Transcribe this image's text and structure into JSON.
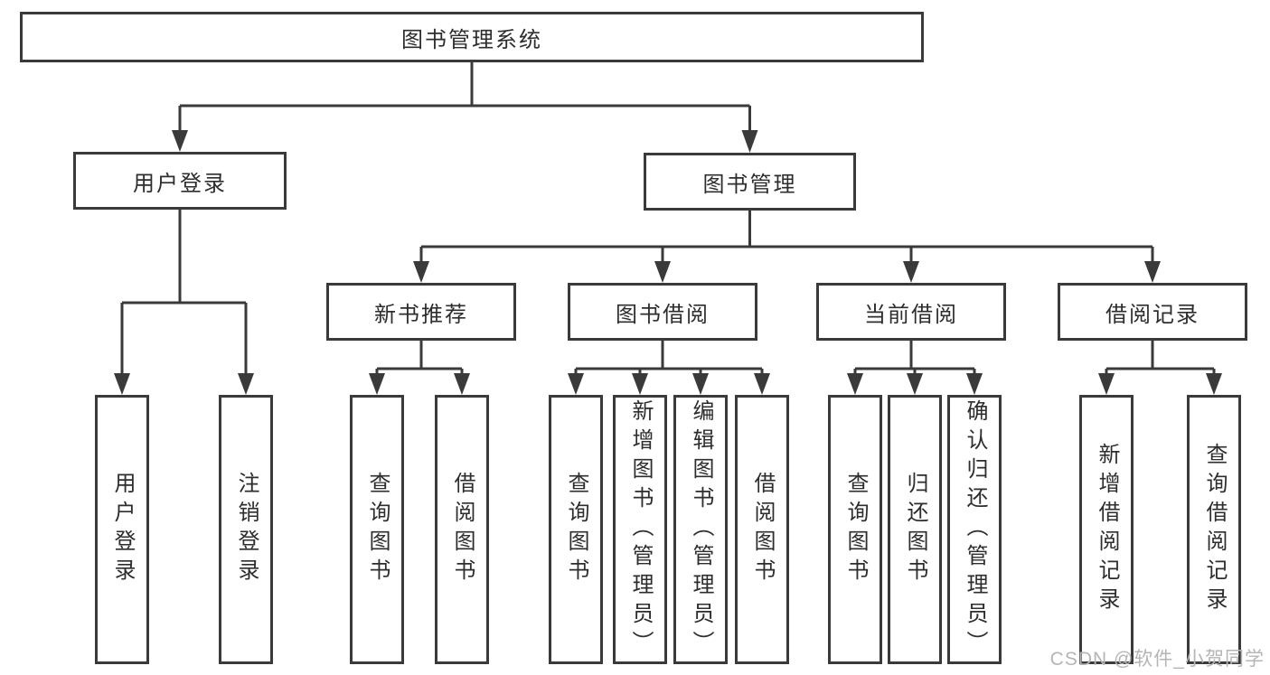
{
  "diagram": {
    "type": "hierarchy-diagram",
    "tree": {
      "label": "图书管理系统",
      "children": [
        {
          "label": "用户登录",
          "children": [
            {
              "label": "用户登录"
            },
            {
              "label": "注销登录"
            }
          ]
        },
        {
          "label": "图书管理",
          "children": [
            {
              "label": "新书推荐",
              "children": [
                {
                  "label": "查询图书"
                },
                {
                  "label": "借阅图书"
                }
              ]
            },
            {
              "label": "图书借阅",
              "children": [
                {
                  "label": "查询图书"
                },
                {
                  "label": "新增图书（管理员）"
                },
                {
                  "label": "编辑图书（管理员）"
                },
                {
                  "label": "借阅图书"
                }
              ]
            },
            {
              "label": "当前借阅",
              "children": [
                {
                  "label": "查询图书"
                },
                {
                  "label": "归还图书"
                },
                {
                  "label": "确认归还（管理员）"
                }
              ]
            },
            {
              "label": "借阅记录",
              "children": [
                {
                  "label": "新增借阅记录"
                },
                {
                  "label": "查询借阅记录"
                }
              ]
            }
          ]
        }
      ]
    },
    "colors": {
      "line": "#3a3a3a",
      "box_border": "#3a3a3a",
      "box_fill": "#ffffff",
      "text": "#2d2d2d",
      "watermark": "#b5b5b5",
      "background": "#ffffff"
    }
  },
  "watermark": {
    "text": "CSDN @软件_小贺同学"
  }
}
